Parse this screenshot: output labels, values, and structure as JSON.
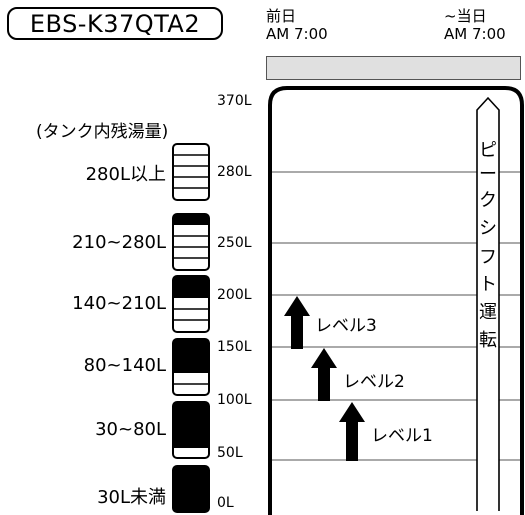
{
  "model": "EBS-K37QTA2",
  "time_range": {
    "start": [
      "前日",
      "AM 7:00"
    ],
    "end": [
      "~当日",
      "AM 7:00"
    ]
  },
  "legend": {
    "title": "(タンク内残湯量)",
    "items": [
      {
        "label": "280L以上",
        "filled_lines": 0
      },
      {
        "label": "210~280L",
        "filled_lines": 1
      },
      {
        "label": "140~210L",
        "filled_lines": 2
      },
      {
        "label": "80~140L",
        "filled_lines": 3
      },
      {
        "label": "30~80L",
        "filled_lines": 4
      },
      {
        "label": "30L未満",
        "filled_lines": 5
      }
    ]
  },
  "axis": {
    "unit": "L",
    "ticks": [
      "370L",
      "280L",
      "250L",
      "200L",
      "150L",
      "100L",
      "50L",
      "0L"
    ]
  },
  "levels": [
    {
      "label": "レベル3",
      "value": 200
    },
    {
      "label": "レベル2",
      "value": 150
    },
    {
      "label": "レベル1",
      "value": 100
    }
  ],
  "peak_shift": {
    "chars": [
      "ピ",
      "ー",
      "ク",
      "シ",
      "フ",
      "ト",
      "運",
      "転"
    ]
  }
}
